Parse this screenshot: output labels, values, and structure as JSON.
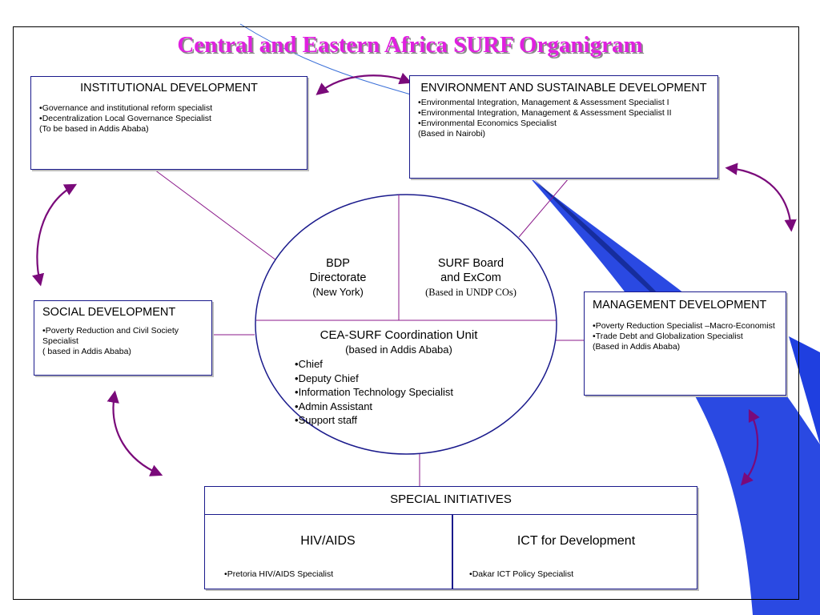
{
  "title": "Central and Eastern Africa SURF Organigram",
  "colors": {
    "title": "#e020e0",
    "accent_blue": "#1f3fe0",
    "box_border": "#1a1a8c",
    "connector": "#8b1a8b",
    "arrow": "#7a0a7a"
  },
  "institutional": {
    "heading": "INSTITUTIONAL DEVELOPMENT",
    "items": [
      "Governance and institutional reform specialist",
      "Decentralization Local Governance Specialist"
    ],
    "note": "(To be based in Addis Ababa)"
  },
  "environment": {
    "heading": "ENVIRONMENT AND SUSTAINABLE DEVELOPMENT",
    "items": [
      "Environmental Integration, Management & Assessment Specialist I",
      "Environmental Integration, Management & Assessment Specialist II",
      "Environmental Economics Specialist"
    ],
    "note": "(Based in Nairobi)"
  },
  "social": {
    "heading": "SOCIAL DEVELOPMENT",
    "items": [
      "Poverty Reduction and Civil Society Specialist"
    ],
    "note": "( based in Addis Ababa)"
  },
  "management": {
    "heading": "MANAGEMENT DEVELOPMENT",
    "items": [
      "Poverty Reduction Specialist –Macro-Economist",
      "Trade Debt and Globalization Specialist"
    ],
    "note": "(Based in Addis Ababa)"
  },
  "center": {
    "bdp": {
      "line1": "BDP",
      "line2": "Directorate",
      "location": "(New York)"
    },
    "surf_board": {
      "line1": "SURF Board",
      "line2": "and ExCom",
      "location": "(Based in UNDP COs)"
    },
    "unit": {
      "heading": "CEA-SURF Coordination Unit",
      "location": "(based in Addis Ababa)",
      "items": [
        "Chief",
        "Deputy Chief",
        "Information Technology Specialist",
        "Admin Assistant",
        "Support staff"
      ]
    }
  },
  "special": {
    "heading": "SPECIAL INITIATIVES",
    "left": {
      "heading": "HIV/AIDS",
      "item": "Pretoria HIV/AIDS Specialist"
    },
    "right": {
      "heading": "ICT for Development",
      "item": "Dakar ICT Policy Specialist"
    }
  }
}
